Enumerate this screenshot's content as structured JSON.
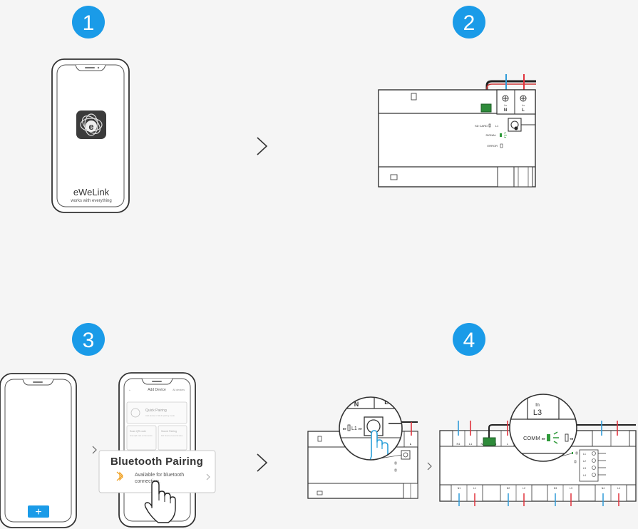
{
  "colors": {
    "badge": "#1a9be8",
    "neutral_wire": "#2f9bd8",
    "live_wire": "#e0323c",
    "connector": "#2e8b3a",
    "app_button": "#1a9be8",
    "bluetooth": "#f0a020",
    "signal_led": "#2e9a3a"
  },
  "steps": [
    {
      "number": "1"
    },
    {
      "number": "2"
    },
    {
      "number": "3"
    },
    {
      "number": "4"
    }
  ],
  "step1": {
    "app_name": "eWeLink",
    "app_tagline": "works with everything",
    "app_icon": "ewelink-logo-icon"
  },
  "step2": {
    "terminal_n": "N",
    "terminal_l": "L",
    "terminal_in_n": "In",
    "terminal_in_l": "In",
    "led_sd_card": "SD CARD",
    "led_l1": "L1",
    "led_signal": "SIGNAL",
    "led_error": "ERROR"
  },
  "step3": {
    "add_device_title": "Add Device",
    "all_devices": "All devices",
    "quick_pairing": "Quick Pairing",
    "quick_pairing_desc": "Add device in Wi-Fi pairing mode",
    "scan_qr": "Scan QR code",
    "scan_qr_desc": "Scan QR code on the device",
    "sound_pairing": "Sound Pairing",
    "sound_pairing_desc": "Pair device via sound wave",
    "bt_title": "Bluetooth Pairing",
    "bt_desc_line1": "Available for bluetooth",
    "bt_desc_line2": "connection.",
    "plus": "+"
  },
  "step4": {
    "zoom1_n": "N",
    "zoom1_l": "L",
    "zoom1_l1": "L1",
    "zoom2_in": "In",
    "zoom2_l3": "L3",
    "zoom2_comm": "COMM",
    "top_terminals": [
      "N1",
      "L1",
      "N2",
      "N",
      "L"
    ],
    "bottom_terminals": [
      "N1",
      "L1",
      "N2",
      "L2",
      "N3",
      "L3",
      "N4",
      "L4"
    ],
    "left_n": "N",
    "left_l": "L",
    "relay_leds": [
      "L1",
      "L2",
      "L3",
      "L4"
    ]
  }
}
